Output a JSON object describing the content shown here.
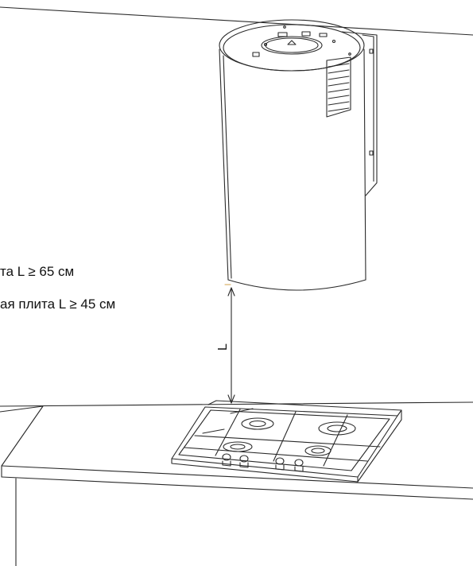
{
  "labels": {
    "line1": "та L ≥ 65 см",
    "line2": "ая плита L ≥ 45 см",
    "dimension": "L"
  },
  "colors": {
    "line": "#2a2a2a",
    "accent_tick": "#d2a24a",
    "background": "#ffffff"
  }
}
